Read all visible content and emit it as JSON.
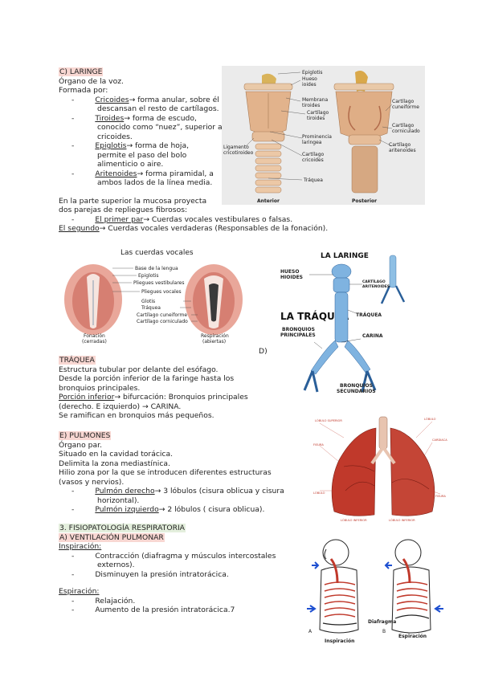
{
  "laringe": {
    "heading": "C) LARINGE",
    "intro": [
      "Órgano de la voz.",
      "Formada por:"
    ],
    "items": [
      {
        "term": "Cricoides",
        "lines": [
          "→ forma anular, sobre él",
          "descansan el resto de cartílagos."
        ]
      },
      {
        "term": "Tiroides",
        "lines": [
          "→ forma de escudo,",
          "conocido como “nuez”, superior a",
          "cricoides."
        ]
      },
      {
        "term": "Epiglotis",
        "lines": [
          "→ forma de hoja,",
          "permite el paso del bolo",
          "alimenticio o aire."
        ]
      },
      {
        "term": "Aritenoides",
        "lines": [
          "→ forma piramidal, a",
          "ambos lados de la línea media."
        ]
      }
    ],
    "mucosa": [
      "En la parte superior la mucosa proyecta",
      "dos parejas de repliegues fibrosos:"
    ],
    "pair1_term": "El primer par",
    "pair1_rest": "→ Cuerdas vocales vestibulares o falsas.",
    "pair2_term": "El segundo",
    "pair2_rest": "→ Cuerdas vocales verdaderas (Responsables de la fonación)."
  },
  "fig_laringe": {
    "labels": [
      "Epiglotis",
      "Hueso",
      "ioides",
      "Membrana",
      "tiroides",
      "Cartílago",
      "tiroides",
      "Prominencia",
      "laringea",
      "Cartílago",
      "cricoides",
      "Ligamento",
      "cricotiroideo",
      "Tráquea",
      "Cartílago",
      "cuneiforme",
      "Cartílago",
      "corniculado",
      "Cartílago",
      "aritenoides"
    ],
    "anterior": "Anterior",
    "posterior": "Posterior"
  },
  "fig_cuerdas": {
    "title": "Las cuerdas vocales",
    "labels": [
      "Base de la lengua",
      "Epiglotis",
      "Pliegues vestibulares",
      "Pliegues vocales",
      "Glotis",
      "Tráquea",
      "Cartílago cuneiforme",
      "Cartílago corniculado"
    ],
    "fonacion": [
      "Fonación",
      "(cerradas)"
    ],
    "respiracion": [
      "Respiración",
      "(abiertas)"
    ]
  },
  "fig_traquea": {
    "title_top": "LA LARINGE",
    "title_mid": "LA TRÁQUEA",
    "labels": [
      "HUESO",
      "HIOIDES",
      "CARTÍLAGO",
      "ARITENOIDES",
      "TRÁQUEA",
      "BRONQUIOS",
      "PRINCIPALES",
      "CARINA",
      "BRONQUIOS",
      "SECUNDARIOS"
    ],
    "marker": "D)"
  },
  "traquea": {
    "heading": "TRÁQUEA",
    "lines": [
      "Estructura tubular por delante del esófago.",
      "Desde la porción inferior de la faringe hasta los",
      "bronquios principales."
    ],
    "inf_term": "Porción inferior",
    "inf_rest": "→ bifurcación: Bronquios principales",
    "inf_cont": "(derecho. E izquierdo) → CARINA.",
    "last": "Se ramifican en bronquios más pequeños."
  },
  "pulmones": {
    "heading": "E) PULMONES",
    "lines": [
      "Órgano par.",
      "Situado en la cavidad torácica.",
      "Delimita la zona mediastínica.",
      "Hilio zona por la que se introducen diferentes estructuras",
      "(vasos y nervios)."
    ],
    "der_term": "Pulmón derecho",
    "der_rest": "→ 3 lóbulos (cisura oblicua y cisura",
    "der_cont": "horizontal).",
    "izq_term": "Pulmón izquierdo",
    "izq_rest": "→ 2 lóbulos ( cisura oblicua)."
  },
  "fisiopatologia": {
    "heading": "3. FISIOPATOLOGÍA RESPIRATORIA",
    "sub": "A) VENTILACIÓN PULMONAR",
    "insp_title": "Inspiración:",
    "insp_items": [
      "Contracción (diafragma y músculos intercostales",
      "externos).",
      "Disminuyen la presión intratorácica."
    ],
    "esp_title": "Espiración:",
    "esp_items": [
      "Relajación.",
      "Aumento de la presión intratorácica.7"
    ]
  },
  "fig_resp": {
    "diafragma": "Diafragma",
    "inspiracion": "Inspiración",
    "espiracion": "Espiración",
    "a": "A",
    "b": "B"
  },
  "colors": {
    "highlight": "#f8d7d2",
    "highlight_green": "#e4efdd",
    "tissue": "#e8b98f",
    "lung": "#c0392b",
    "bronchi": "#3b7fc4"
  }
}
